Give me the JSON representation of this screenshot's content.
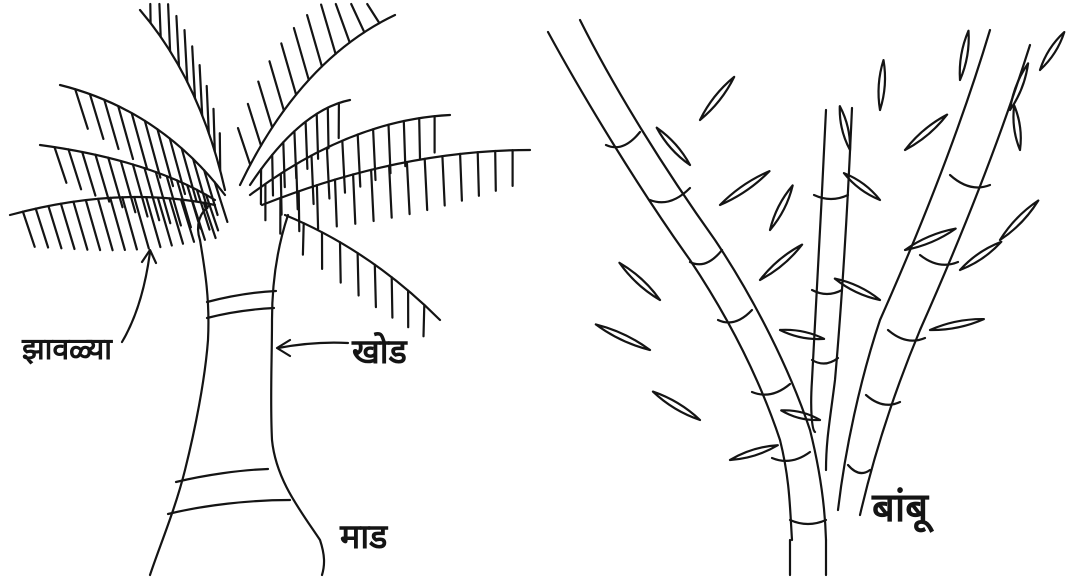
{
  "diagram": {
    "labels": {
      "leaflets": "झावळ्या",
      "trunk_node": "खोड",
      "stem": "माड",
      "bamboo": "बांबू"
    },
    "palette": {
      "ink": "#141414",
      "background": "#ffffff"
    }
  }
}
